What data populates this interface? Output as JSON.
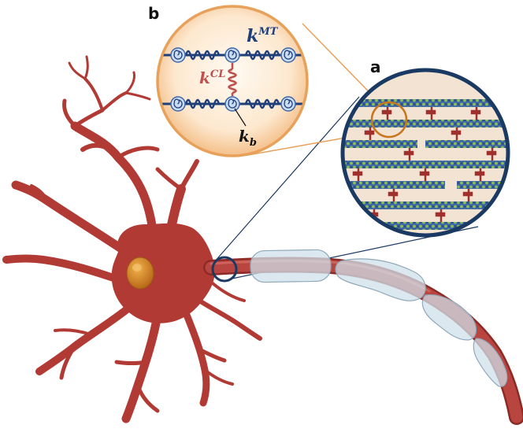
{
  "panels": {
    "a": "a",
    "b": "b"
  },
  "labels": {
    "k_mt_base": "k",
    "k_mt_sup": "MT",
    "k_cl_base": "k",
    "k_cl_sup": "CL",
    "k_b_base": "k",
    "k_b_sub": "b"
  },
  "colors": {
    "neuron": "#b23a35",
    "neuron_dark": "#8e2a26",
    "nucleus": "#d98a2b",
    "myelin": "#cfe0ea",
    "spring_blue": "#1f3f7a",
    "spring_red": "#c0504d",
    "zoom_b_border": "#e8a15a",
    "zoom_a_border": "#1b3a63",
    "microtubule_green": "#7fb24a",
    "microtubule_blue": "#3f66a8",
    "crosslink": "#a0302c"
  }
}
